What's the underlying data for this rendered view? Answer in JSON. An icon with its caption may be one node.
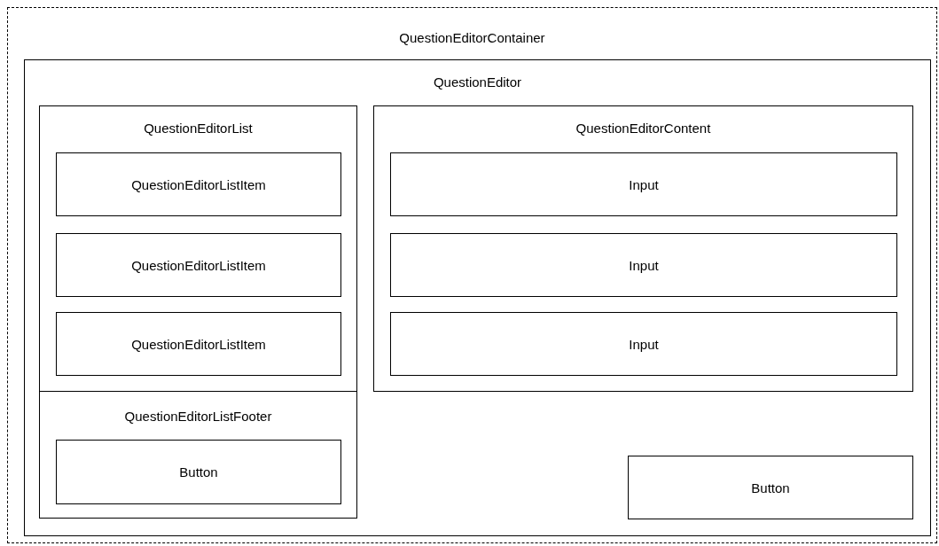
{
  "diagram": {
    "nodes": [
      {
        "text": [
          "QuestionEditorContainer"
        ]
      },
      {
        "text": [
          "QuestionEditor"
        ],
        "in": 0
      },
      {
        "text": [
          "QuestionEditorList"
        ],
        "in": 1
      },
      {
        "text": [
          "QuestionEditorListItem"
        ],
        "in": 2
      },
      {
        "text": [
          "QuestionEditorListItem"
        ],
        "in": 2
      },
      {
        "text": [
          "QuestionEditorListItem"
        ],
        "in": 2
      },
      {
        "text": [
          "QuestionEditorContent"
        ],
        "in": 1
      },
      {
        "text": [
          "Input"
        ],
        "in": 6
      },
      {
        "text": [
          "Input"
        ],
        "in": 6
      },
      {
        "text": [
          "Input"
        ],
        "in": 6
      },
      {
        "text": [
          "QuestionEditorListFooter"
        ],
        "in": 1
      },
      {
        "text": [
          "Button"
        ],
        "in": 10
      },
      {
        "text": [
          "Button"
        ],
        "in": 1
      }
    ]
  }
}
